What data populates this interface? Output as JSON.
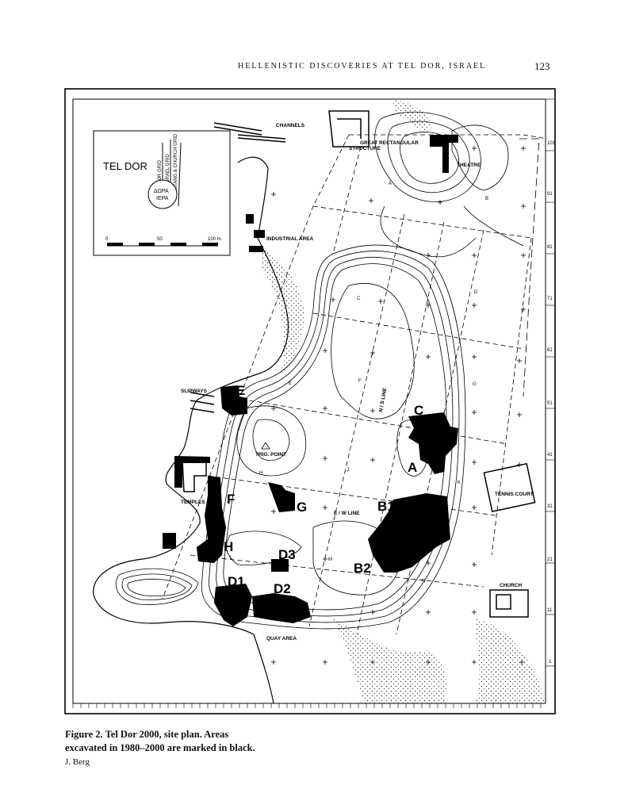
{
  "header": {
    "title": "HELLENISTIC DISCOVERIES AT TEL DOR, ISRAEL",
    "page_number": "123"
  },
  "inset": {
    "title": "TEL DOR",
    "north_labels": [
      "DOR GRID",
      "ISRAEL GRID",
      "GARSTANG & CHURCH GRID"
    ],
    "seal_text": [
      "ΔΩΡΑ",
      "ΙΕΡΑ"
    ],
    "scale_labels": [
      "0",
      "50",
      "100 m."
    ]
  },
  "labels": {
    "channels": "CHANNELS",
    "great_rect": "GREAT RECTANGULAR",
    "structure": "STRUCTURE",
    "theatre": "THEATRE",
    "industrial": "INDUSTRIAL AREA",
    "slipways": "SLIPWAYS",
    "trig": "TRIG. POINT",
    "temples": "TEMPLES",
    "ns_line": "N / S LINE",
    "ew_line": "E / W LINE",
    "tennis": "TENNIS COURT",
    "church": "CHURCH",
    "quay": "QUAY AREA"
  },
  "area_labels": {
    "A": "A",
    "B1": "B1",
    "B2": "B2",
    "C": "C",
    "D1": "D1",
    "D2": "D2",
    "D3": "D3",
    "E": "E",
    "F": "F",
    "G": "G",
    "H": "H"
  },
  "grid_letters": {
    "a": "A",
    "b": "B",
    "c": "C",
    "d": "D",
    "e": "E",
    "f": "F",
    "g": "G",
    "h": "H",
    "j": "J",
    "k": "K",
    "l": "L",
    "m": "M",
    "n": "N"
  },
  "right_ticks": [
    "101",
    "91",
    "81",
    "71",
    "61",
    "51",
    "41",
    "31",
    "21",
    "11",
    "1"
  ],
  "caption": {
    "text": "Figure 2. Tel Dor 2000, site plan. Areas excavated in 1980–2000 are marked in black.",
    "credit": "J. Berg"
  }
}
